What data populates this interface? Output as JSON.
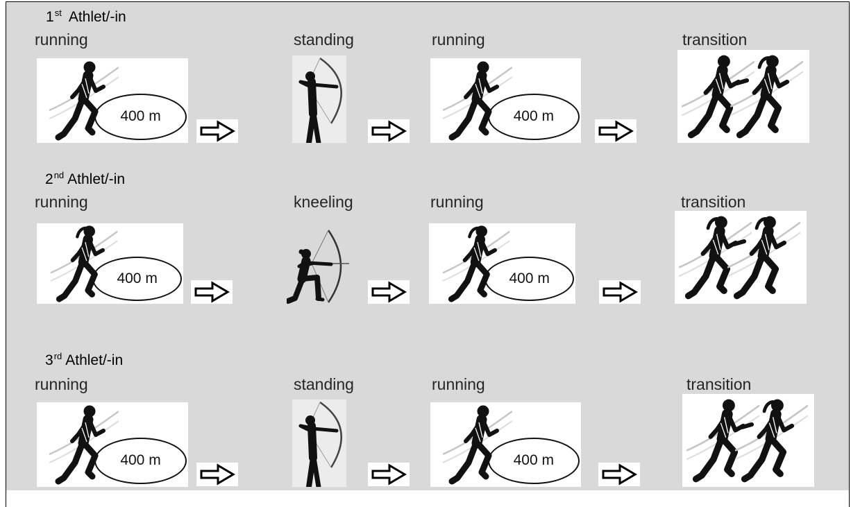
{
  "rows": [
    {
      "number": "1",
      "suffix": "st",
      "label": "Athlet/-in",
      "steps": [
        {
          "label": "running",
          "icon": "runner-icon",
          "distance": "400 m"
        },
        {
          "label": "standing",
          "icon": "archer-standing-icon"
        },
        {
          "label": "running",
          "icon": "runner-icon",
          "distance": "400 m"
        },
        {
          "label": "transition",
          "icon": "relay-handover-icon"
        }
      ]
    },
    {
      "number": "2",
      "suffix": "nd",
      "label": "Athlet/-in",
      "steps": [
        {
          "label": "running",
          "icon": "runner-icon",
          "distance": "400 m"
        },
        {
          "label": "kneeling",
          "icon": "archer-kneeling-icon"
        },
        {
          "label": "running",
          "icon": "runner-icon",
          "distance": "400 m"
        },
        {
          "label": "transition",
          "icon": "relay-handover-icon"
        }
      ]
    },
    {
      "number": "3",
      "suffix": "rd",
      "label": "Athlet/-in",
      "steps": [
        {
          "label": "running",
          "icon": "runner-icon",
          "distance": "400 m"
        },
        {
          "label": "standing",
          "icon": "archer-standing-icon"
        },
        {
          "label": "running",
          "icon": "runner-icon",
          "distance": "400 m"
        },
        {
          "label": "transition",
          "icon": "relay-handover-icon"
        }
      ]
    }
  ],
  "arrow_icon": "right-arrow-icon",
  "colors": {
    "background": "#d9d9d9",
    "panel": "#ffffff",
    "silhouette": "#111111",
    "swoosh": "#c6c6c6",
    "border": "#000000"
  }
}
